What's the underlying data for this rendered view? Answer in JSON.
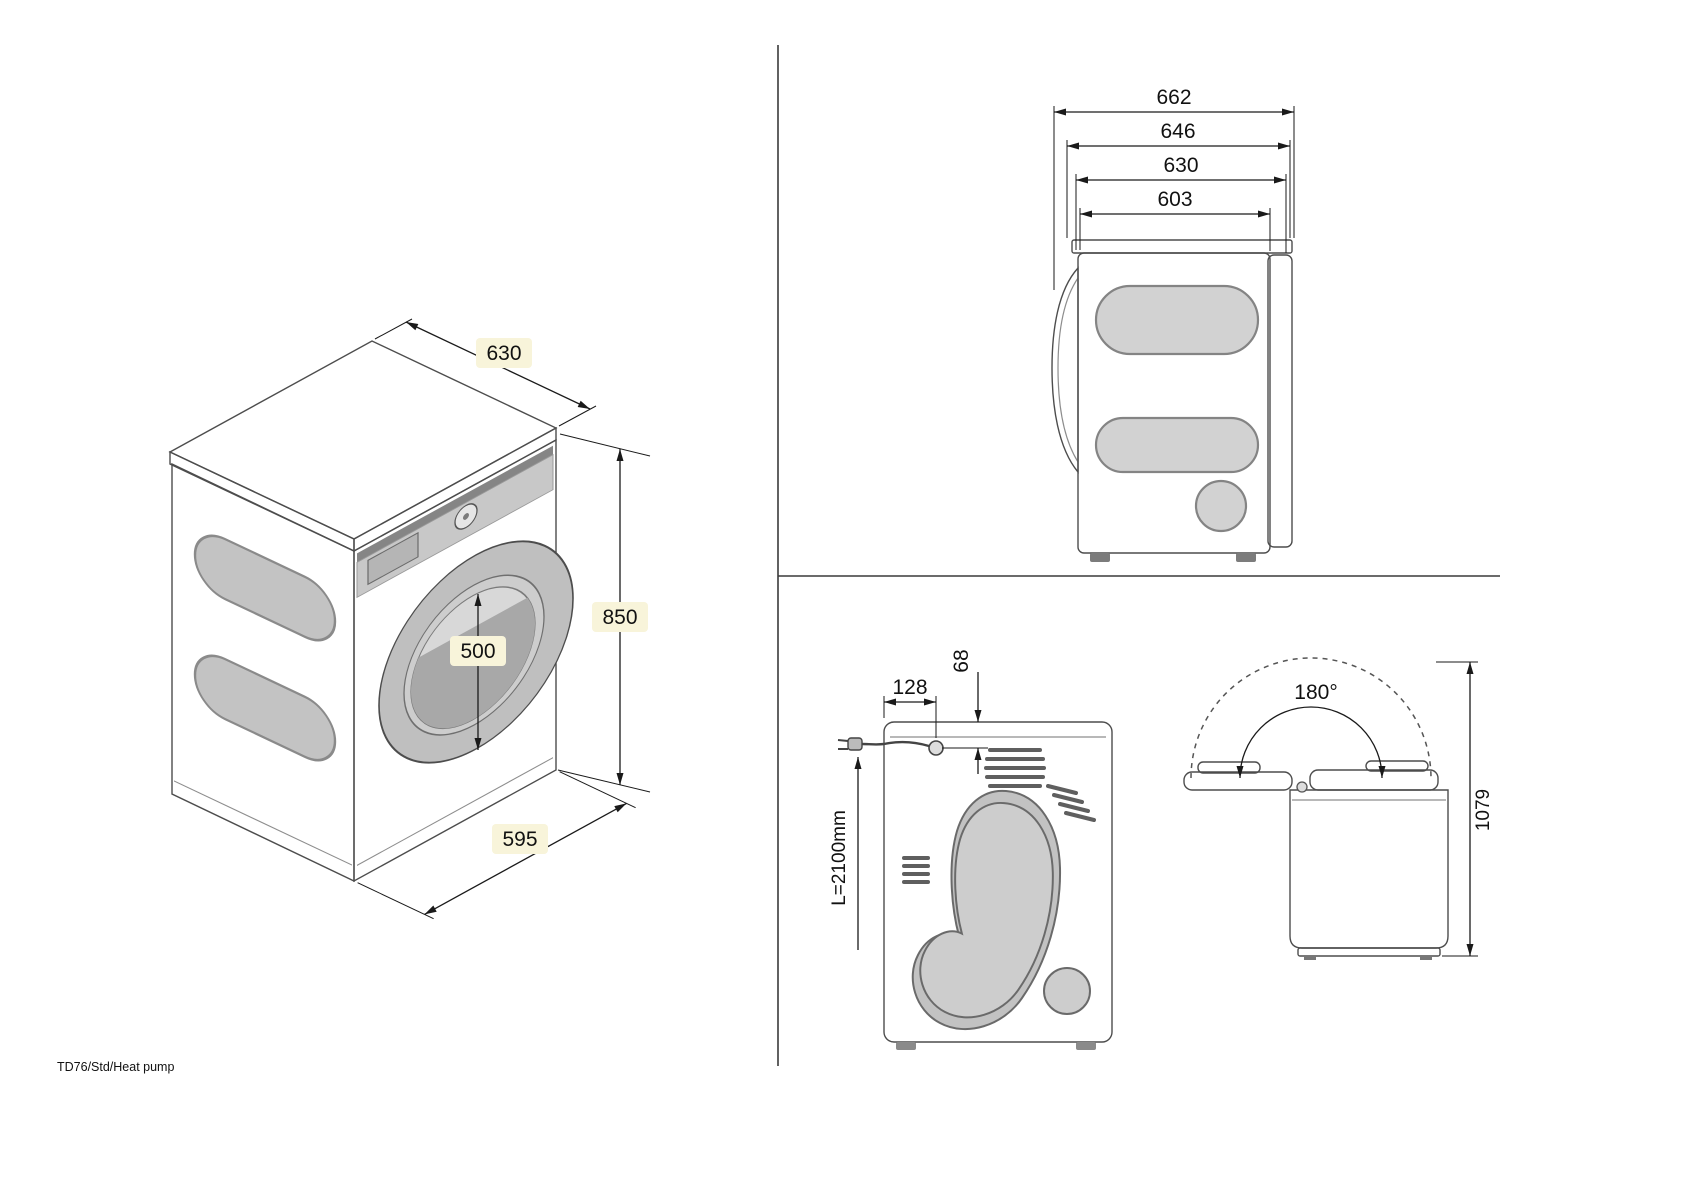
{
  "footer": {
    "model_label": "TD76/Std/Heat pump"
  },
  "isometric_view": {
    "depth_label": "630",
    "height_label": "850",
    "width_label": "595",
    "door_diameter_label": "500"
  },
  "side_view": {
    "dims": [
      "662",
      "646",
      "630",
      "603"
    ]
  },
  "rear_view": {
    "cable_offset_horizontal": "128",
    "cable_offset_vertical": "68",
    "cable_length": "L=2100mm"
  },
  "door_open_view": {
    "opening_angle": "180°",
    "total_height": "1079"
  },
  "colors": {
    "machine_light": "#dedede",
    "machine_mid": "#c9c9c9",
    "machine_dark": "#a8a8a8",
    "highlight_chip": "#f8f4da",
    "line": "#1a1a1a"
  }
}
